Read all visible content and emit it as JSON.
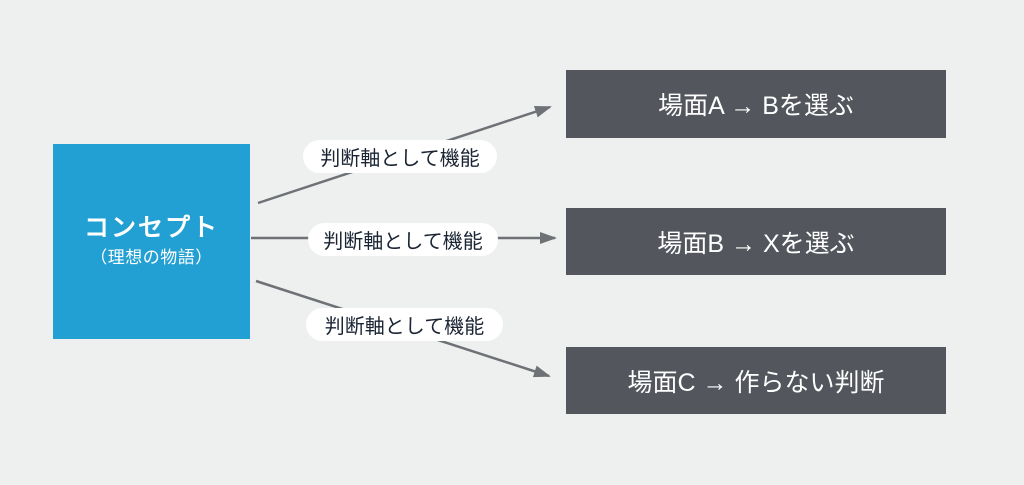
{
  "diagram": {
    "concept_box": {
      "title": "コンセプト",
      "subtitle": "（理想の物語）"
    },
    "arrows": [
      {
        "label": "判断軸として機能"
      },
      {
        "label": "判断軸として機能"
      },
      {
        "label": "判断軸として機能"
      }
    ],
    "outcomes": [
      {
        "label": "場面A → Bを選ぶ"
      },
      {
        "label": "場面B → Xを選ぶ"
      },
      {
        "label": "場面C → 作らない判断"
      }
    ],
    "colors": {
      "background": "#EEF0EF",
      "accent_blue": "#23A0D3",
      "dark_box": "#53565C",
      "arrow_gray": "#6E7175",
      "pill_bg": "#FFFFFF",
      "pill_text": "#1A2433",
      "box_text": "#FFFFFF"
    }
  }
}
